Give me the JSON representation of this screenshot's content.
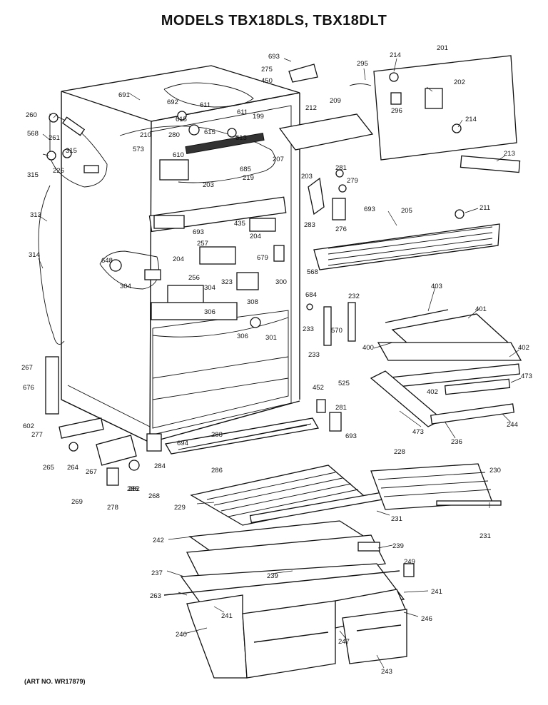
{
  "header": {
    "title": "MODELS TBX18DLS, TBX18DLT"
  },
  "footer": {
    "art_no": "(ART NO. WR17879)"
  },
  "part_labels": [
    "693",
    "275",
    "450",
    "295",
    "201",
    "214",
    "202",
    "296",
    "214",
    "213",
    "691",
    "692",
    "611",
    "611",
    "199",
    "209",
    "212",
    "260",
    "261",
    "568",
    "315",
    "315",
    "226",
    "210",
    "280",
    "573",
    "610",
    "615",
    "615",
    "613",
    "207",
    "685",
    "219",
    "203",
    "203",
    "281",
    "279",
    "693",
    "313",
    "283",
    "276",
    "205",
    "211",
    "435",
    "204",
    "693",
    "257",
    "204",
    "648",
    "256",
    "304",
    "304",
    "323",
    "679",
    "300",
    "568",
    "308",
    "314",
    "306",
    "306",
    "301",
    "233",
    "684",
    "570",
    "232",
    "233",
    "403",
    "401",
    "400",
    "402",
    "267",
    "676",
    "452",
    "525",
    "281",
    "473",
    "402",
    "473",
    "244",
    "236",
    "602",
    "277",
    "265",
    "264",
    "267",
    "284",
    "288",
    "694",
    "286",
    "282",
    "693",
    "228",
    "230",
    "286",
    "278",
    "269",
    "268",
    "229",
    "231",
    "231",
    "242",
    "239",
    "249",
    "237",
    "239",
    "241",
    "263",
    "241",
    "246",
    "240",
    "247",
    "243"
  ]
}
